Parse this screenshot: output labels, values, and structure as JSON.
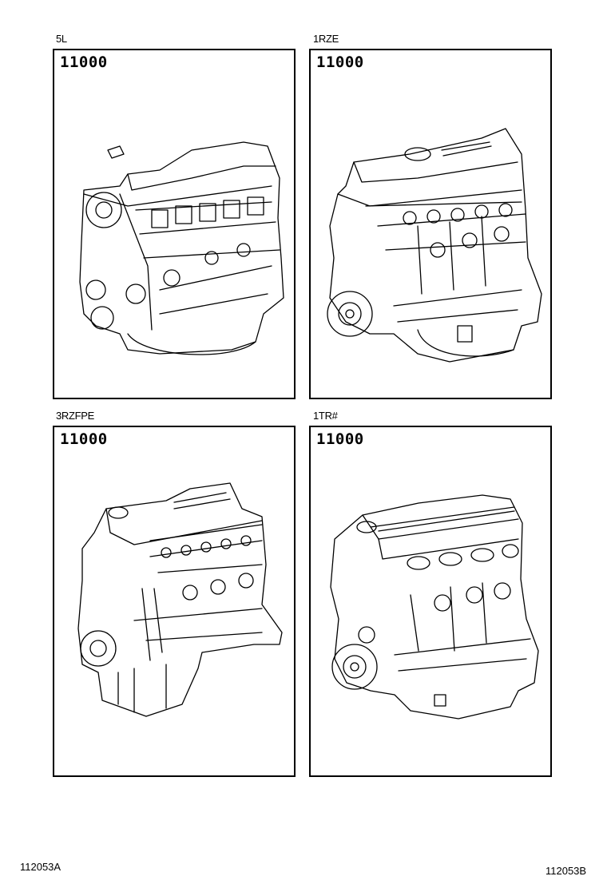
{
  "panels": [
    {
      "engine_code": "5L",
      "part_number": "11000",
      "illustration": "engine-5l-icon"
    },
    {
      "engine_code": "1RZE",
      "part_number": "11000",
      "illustration": "engine-1rze-icon"
    },
    {
      "engine_code": "3RZFPE",
      "part_number": "11000",
      "illustration": "engine-3rzfpe-icon"
    },
    {
      "engine_code": "1TR#",
      "part_number": "11000",
      "illustration": "engine-1tr-icon"
    }
  ],
  "footer": {
    "left_code": "112053A",
    "right_code": "112053B"
  }
}
